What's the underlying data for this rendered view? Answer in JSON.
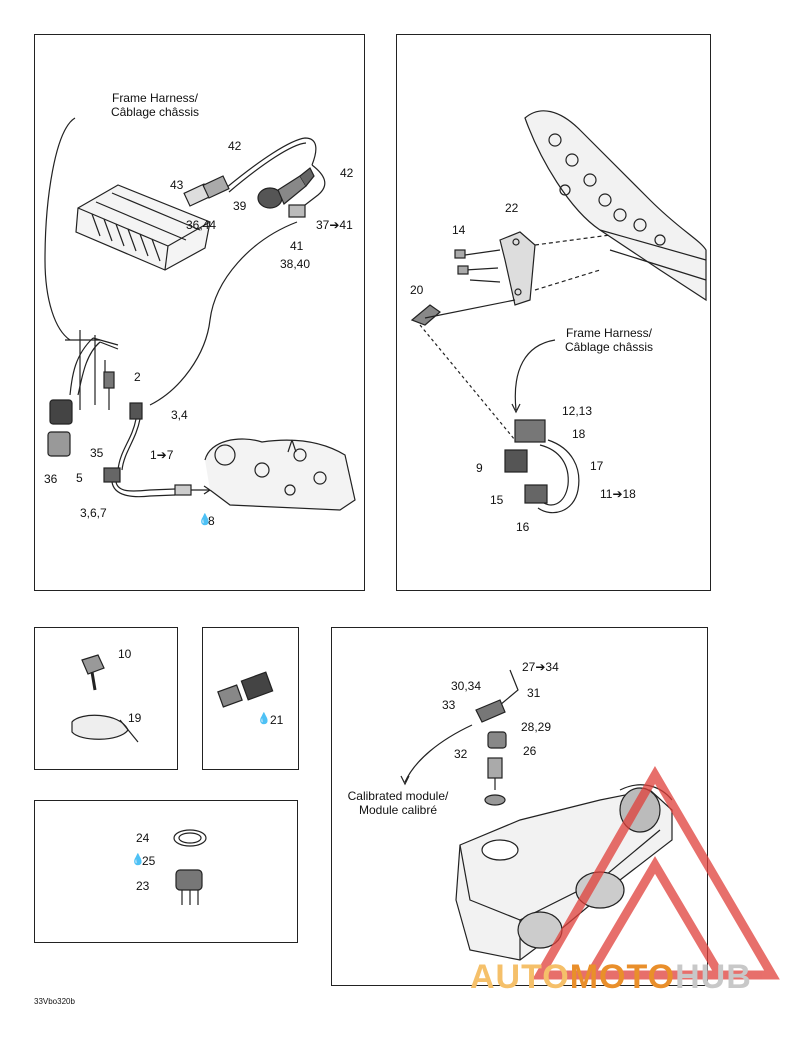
{
  "panel_top_left": {
    "caption": "Frame Harness/\nCâblage châssis",
    "callouts": {
      "c42a": "42",
      "c42b": "42",
      "c43": "43",
      "c39": "39",
      "c3644": "36,44",
      "c3741": "37➔41",
      "c41": "41",
      "c3840": "38,40",
      "c2": "2",
      "c34": "3,4",
      "c35": "35",
      "c17": "1➔7",
      "c36": "36",
      "c5": "5",
      "c367": "3,6,7",
      "c8": "8"
    }
  },
  "panel_top_right": {
    "caption": "Frame Harness/\nCâblage châssis",
    "callouts": {
      "c22": "22",
      "c14": "14",
      "c20": "20",
      "c1213": "12,13",
      "c18": "18",
      "c9": "9",
      "c17": "17",
      "c15": "15",
      "c1118": "11➔18",
      "c16": "16"
    }
  },
  "panel_fasteners": {
    "callouts": {
      "c10": "10",
      "c19": "19"
    }
  },
  "panel_connector": {
    "callouts": {
      "c21": "21"
    }
  },
  "panel_sensor": {
    "callouts": {
      "c24": "24",
      "c25": "25",
      "c23": "23"
    }
  },
  "panel_module": {
    "caption": "Calibrated module/\nModule calibré",
    "callouts": {
      "c2734": "27➔34",
      "c3034": "30,34",
      "c31": "31",
      "c33": "33",
      "c2829": "28,29",
      "c32": "32",
      "c26": "26"
    }
  },
  "footer": {
    "code": "33Vbo320b"
  },
  "watermark": {
    "part1": "AUTO",
    "part2": "MOTO",
    "part3": "HUB"
  },
  "colors": {
    "line": "#222222",
    "watermark_red": "#e0403a",
    "watermark_orange": "#e98f2b"
  }
}
